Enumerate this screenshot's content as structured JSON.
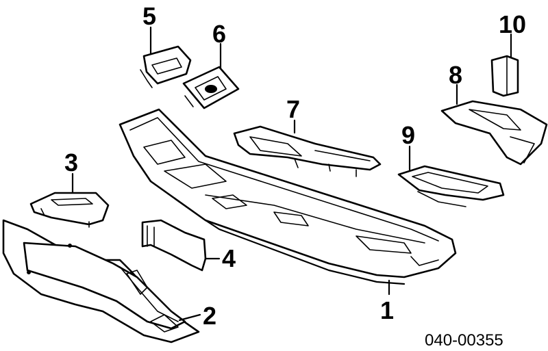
{
  "diagram": {
    "part_number": "040-00355",
    "callouts": [
      {
        "id": "1",
        "label": "1"
      },
      {
        "id": "2",
        "label": "2"
      },
      {
        "id": "3",
        "label": "3"
      },
      {
        "id": "4",
        "label": "4"
      },
      {
        "id": "5",
        "label": "5"
      },
      {
        "id": "6",
        "label": "6"
      },
      {
        "id": "7",
        "label": "7"
      },
      {
        "id": "8",
        "label": "8"
      },
      {
        "id": "9",
        "label": "9"
      },
      {
        "id": "10",
        "label": "10"
      }
    ]
  }
}
